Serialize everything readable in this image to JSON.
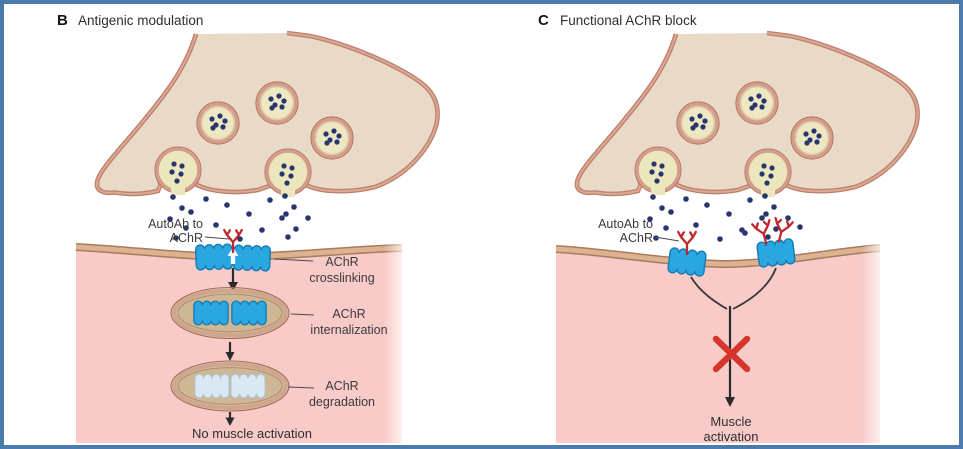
{
  "figure": {
    "description": "Myasthenia gravis autoantibody mechanisms at the neuromuscular junction",
    "border_color": "#4b7aad",
    "background": "#ffffff"
  },
  "panel_b": {
    "letter": "B",
    "title": "Antigenic modulation",
    "autoab_line1": "AutoAb to",
    "autoab_line2": "AChR",
    "crosslink_line1": "AChR",
    "crosslink_line2": "crosslinking",
    "internal_line1": "AChR",
    "internal_line2": "internalization",
    "degrade_line1": "AChR",
    "degrade_line2": "degradation",
    "outcome": "No muscle activation"
  },
  "panel_c": {
    "letter": "C",
    "title": "Functional AChR block",
    "autoab_line1": "AutoAb to",
    "autoab_line2": "AChR",
    "outcome_line1": "Muscle",
    "outcome_line2": "activation"
  },
  "icons": {
    "autoantibody-icon": "red Y-shaped antibody",
    "achr-receptor-icon": "blue castellated receptor block",
    "blocked-cross-icon": "red X over arrow",
    "down-arrow-icon": "black downward arrow",
    "ach-dot-icon": "small navy acetylcholine dot"
  },
  "colors": {
    "border": "#4b7aad",
    "terminal_fill": "#e8dac6",
    "terminal_outline_dark": "#bc7f6c",
    "terminal_outline_light": "#dca894",
    "vesicle_fill": "#eee8c2",
    "vesicle_ring": "#d49c8b",
    "ach_dot": "#28356f",
    "muscle_fill": "#f8cbc9",
    "membrane_fill": "#dcb38e",
    "membrane_edge": "#a87a60",
    "receptor_fill": "#2aa7e0",
    "receptor_outline": "#1779b5",
    "receptor_degraded_fill": "#d9e8f1",
    "antibody_red": "#c1272d",
    "blocked_cross_red": "#d6352b",
    "endosome_fill": "#cdb795",
    "label_text": "#3b3b3b"
  }
}
